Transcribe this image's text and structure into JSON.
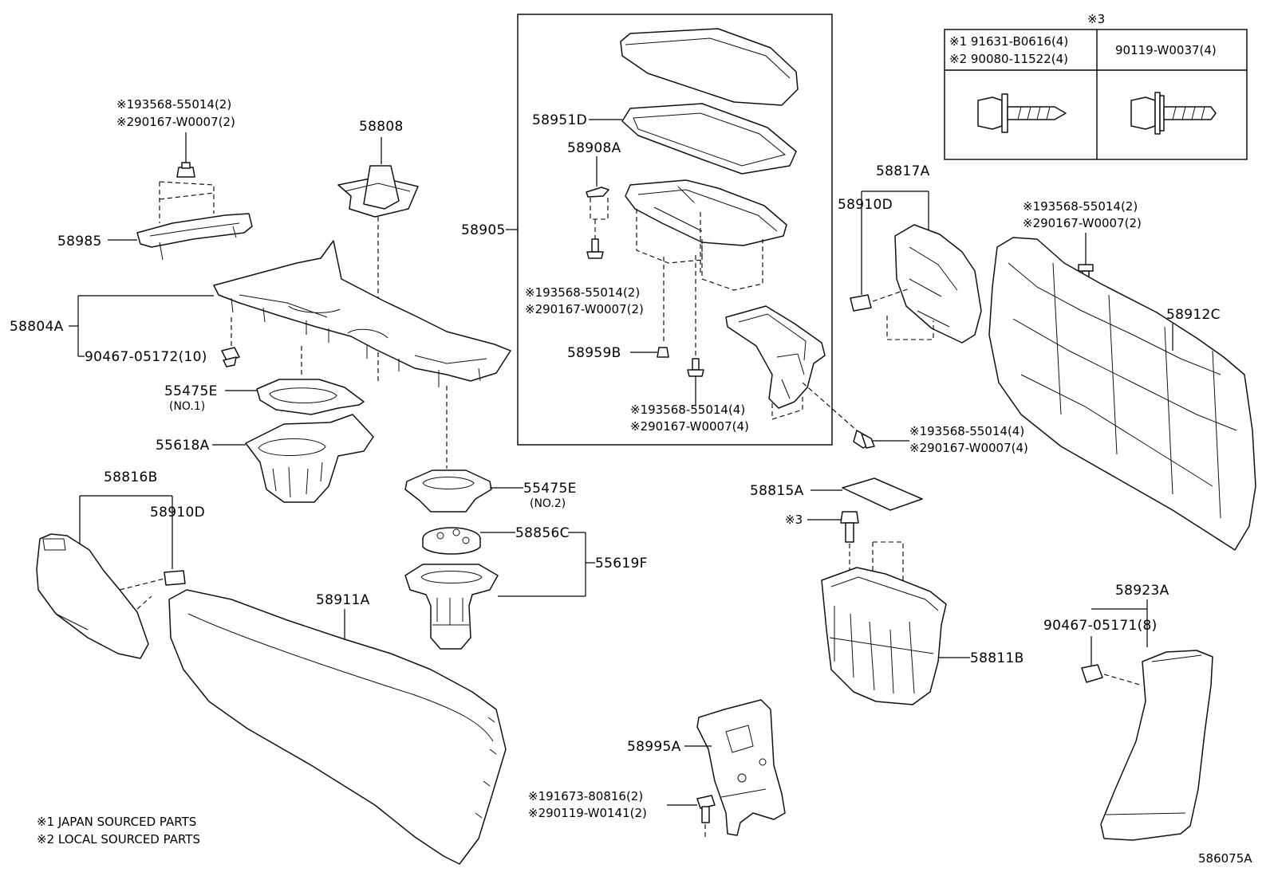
{
  "doc_id": "586075A",
  "notes": [
    "※1 JAPAN SOURCED PARTS",
    "※2 LOCAL SOURCED PARTS"
  ],
  "fastener_table": {
    "mark": "※3",
    "col1_line1": "※1 91631-B0616(4)",
    "col1_line2": "※2 90080-11522(4)",
    "col2": "90119-W0037(4)"
  },
  "labels": {
    "p58808": "58808",
    "p58985": "58985",
    "p58985_bolt1": "※193568-55014(2)",
    "p58985_bolt2": "※290167-W0007(2)",
    "p58804A": "58804A",
    "p90467_05172": "90467-05172(10)",
    "p55475E_1": "55475E",
    "p55475E_1_sub": "(NO.1)",
    "p55618A": "55618A",
    "p58816B": "58816B",
    "p58910D_left": "58910D",
    "p58911A": "58911A",
    "p55475E_2": "55475E",
    "p55475E_2_sub": "(NO.2)",
    "p58856C": "58856C",
    "p55619F": "55619F",
    "p58905": "58905",
    "p58951D": "58951D",
    "p58908A": "58908A",
    "p58908A_bolt1": "※193568-55014(2)",
    "p58908A_bolt2": "※290167-W0007(2)",
    "p58959B": "58959B",
    "box_bolt1": "※193568-55014(4)",
    "box_bolt2": "※290167-W0007(4)",
    "right_bolt1": "※193568-55014(4)",
    "right_bolt2": "※290167-W0007(4)",
    "p58817A": "58817A",
    "p58910D_right": "58910D",
    "p58912C_bolt1": "※193568-55014(2)",
    "p58912C_bolt2": "※290167-W0007(2)",
    "p58912C": "58912C",
    "p58815A": "58815A",
    "p_mark3": "※3",
    "p58811B": "58811B",
    "p58995A": "58995A",
    "p58995A_bolt1": "※191673-80816(2)",
    "p58995A_bolt2": "※290119-W0141(2)",
    "p58923A": "58923A",
    "p90467_05171": "90467-05171(8)"
  }
}
